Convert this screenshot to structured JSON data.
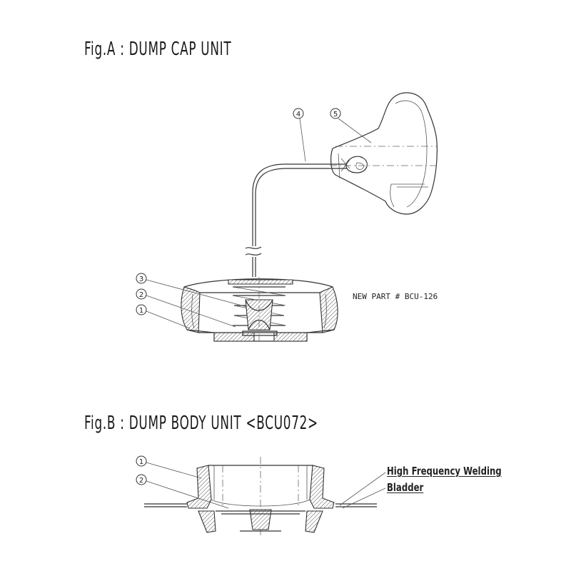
{
  "figure_a": {
    "title": "Fig.A : DUMP CAP UNIT",
    "note": "NEW PART # BCU-126",
    "callouts": [
      "1",
      "2",
      "3",
      "4",
      "5"
    ]
  },
  "figure_b": {
    "title": "Fig.B : DUMP BODY UNIT <BCU072>",
    "callouts": [
      "1",
      "2"
    ],
    "labels": {
      "welding": "High Frequency Welding",
      "bladder": "Bladder"
    }
  }
}
